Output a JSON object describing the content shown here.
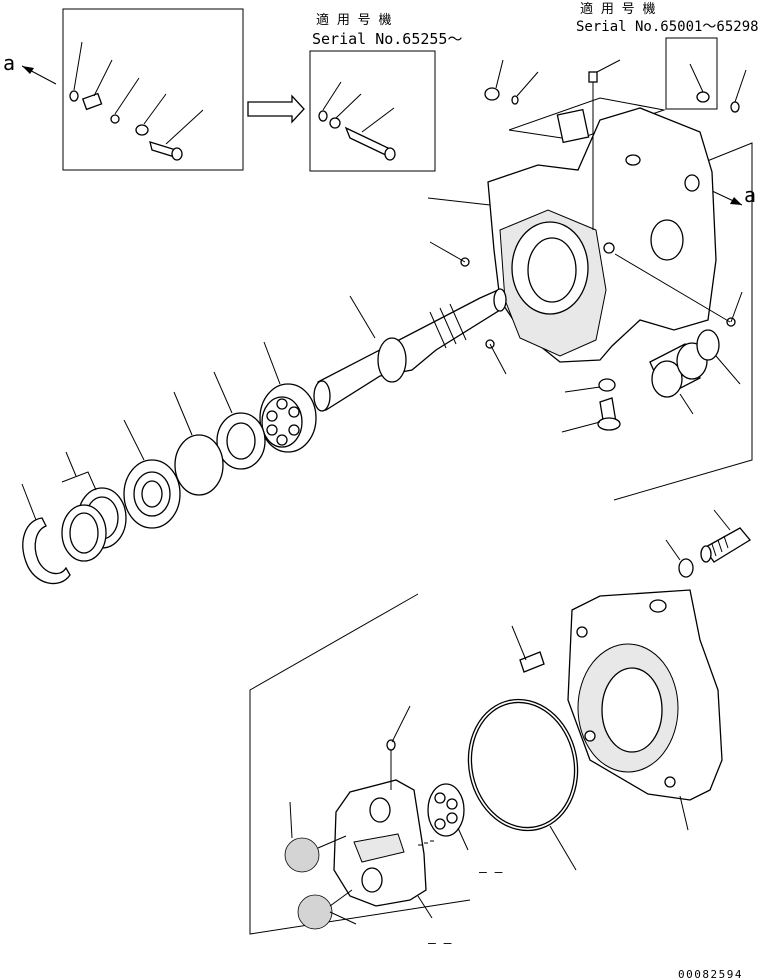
{
  "inset_left": {
    "arrow_label": "a"
  },
  "inset_right": {
    "applicability_jp": "適 用 号 機",
    "serial": "Serial No.65255～"
  },
  "pump_note": {
    "applicability_jp": "適 用 号 機",
    "serial": "Serial No.65001～65298",
    "arrow_label": "a"
  },
  "doc_code": "00082594",
  "minor_marks": [
    "– –",
    "– –"
  ]
}
